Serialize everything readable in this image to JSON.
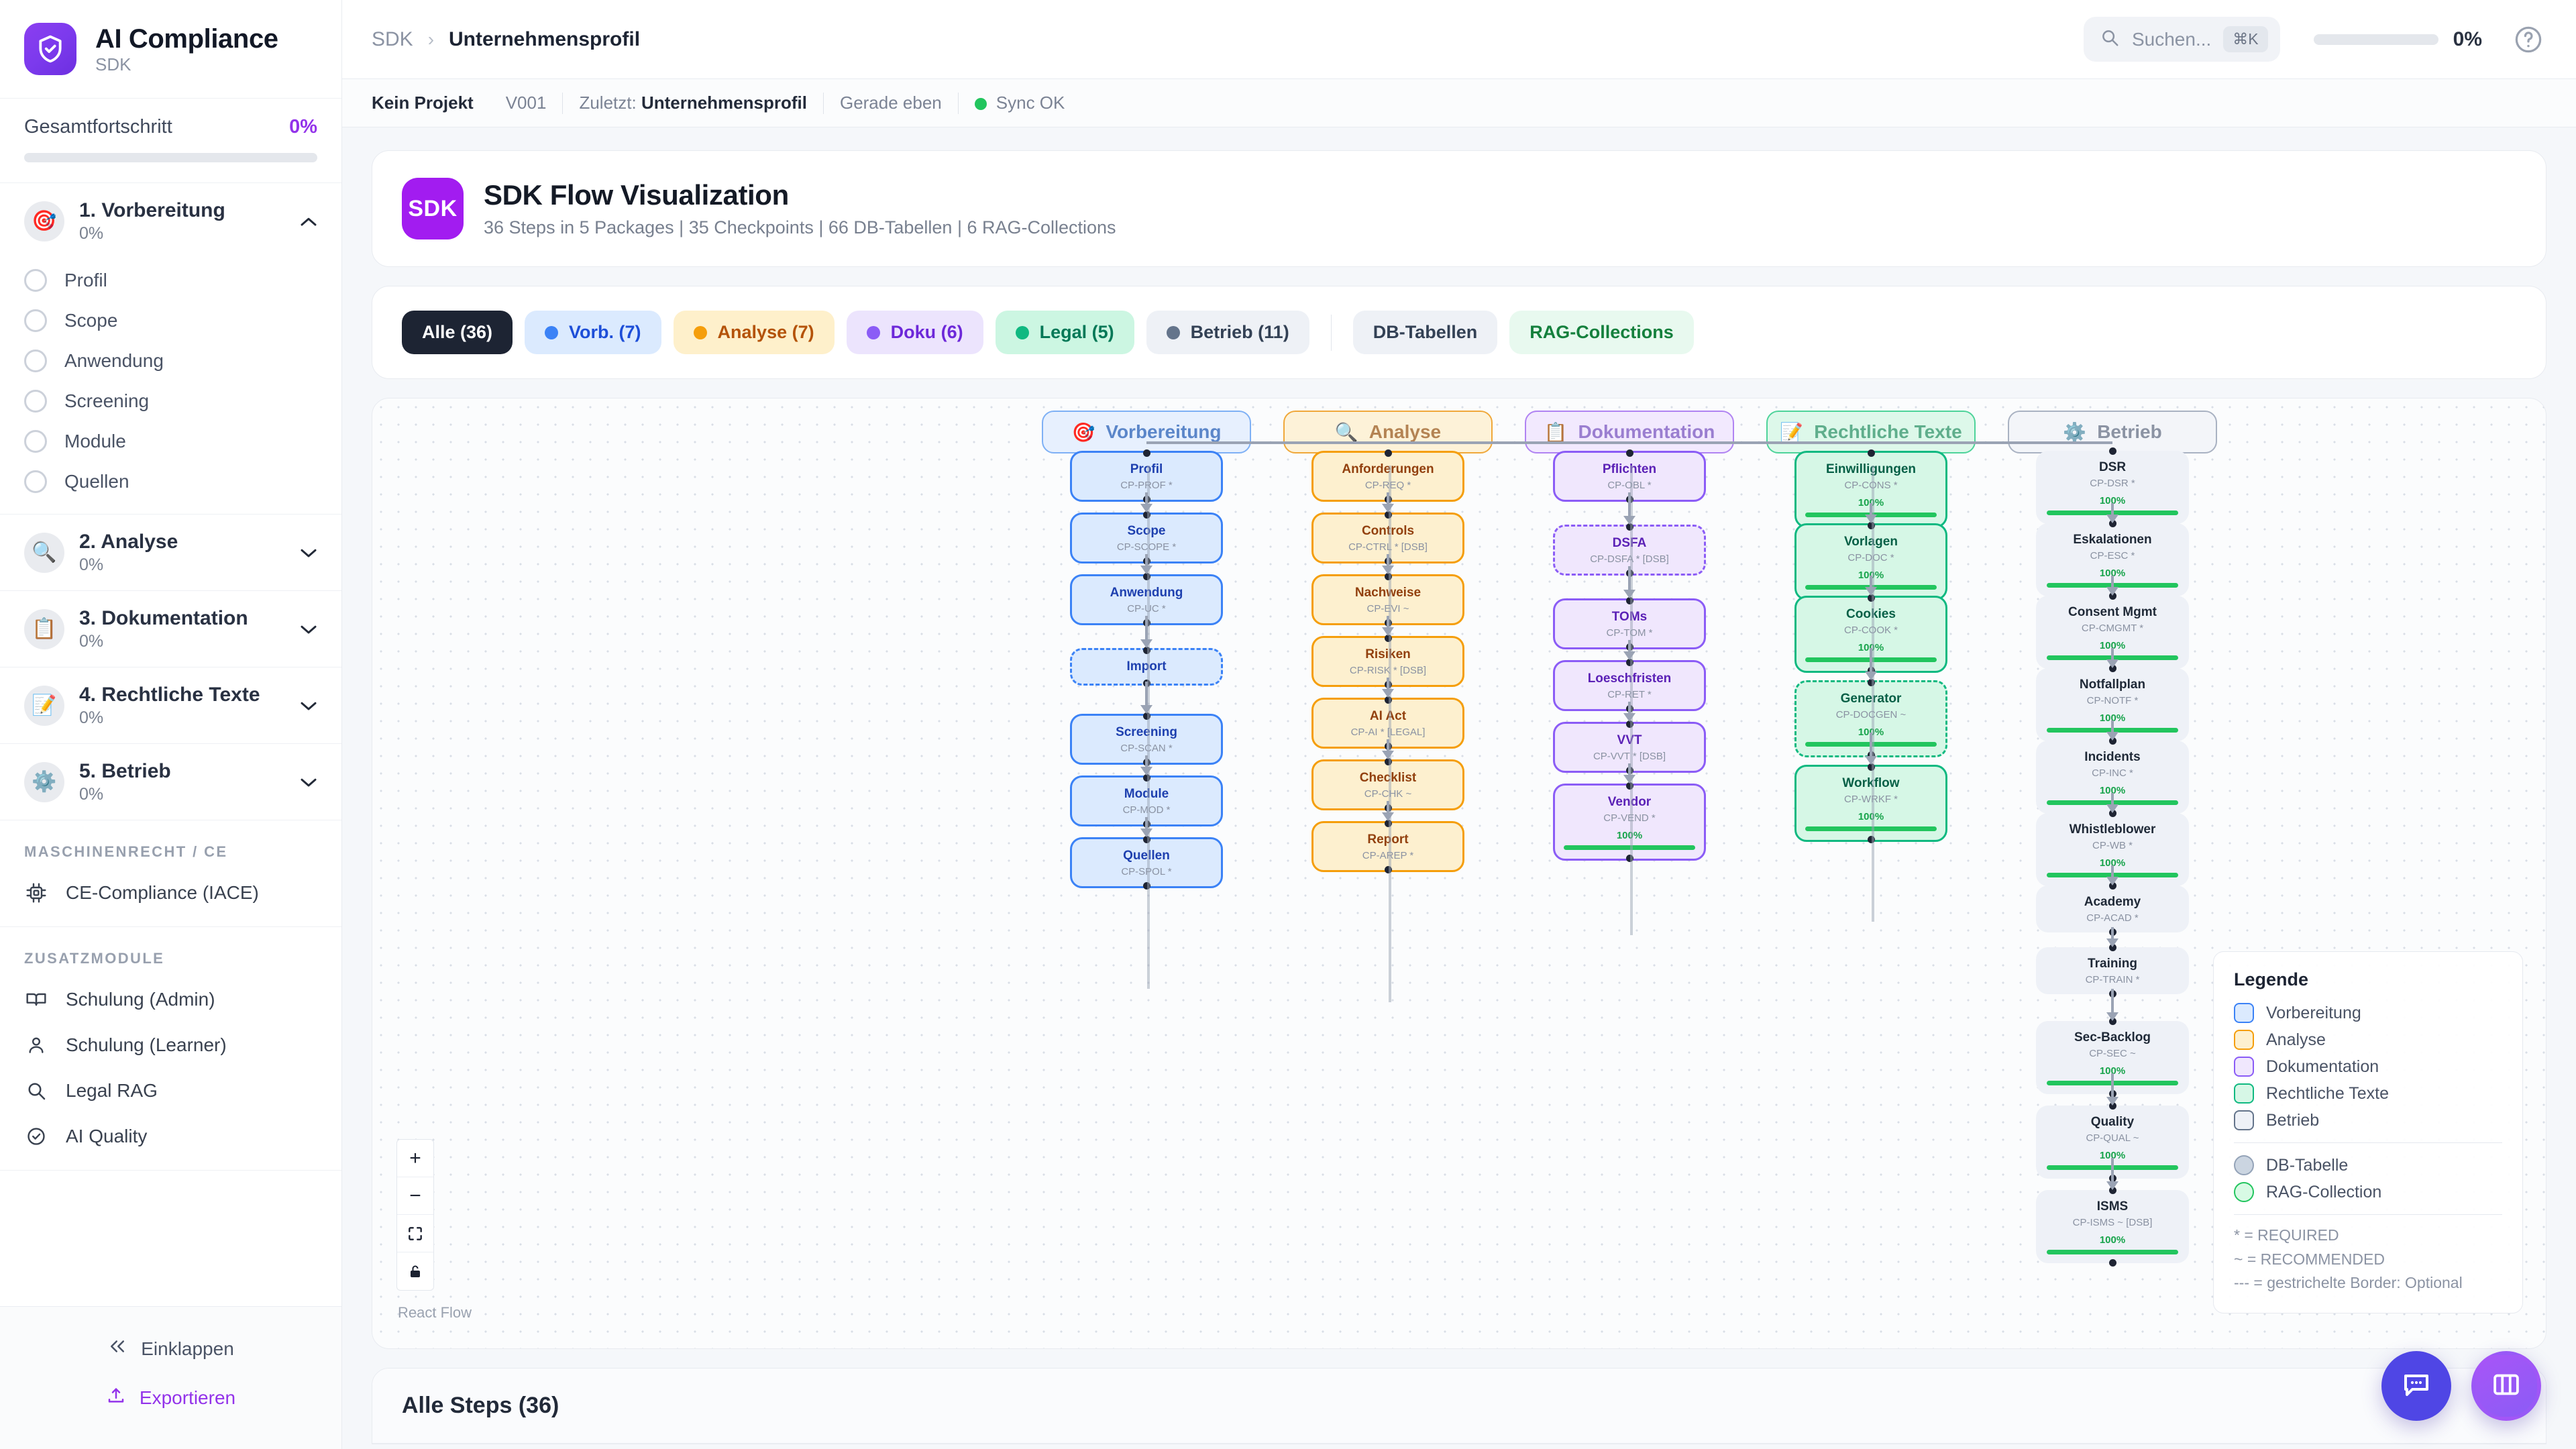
{
  "brand": {
    "title": "AI Compliance",
    "subtitle": "SDK",
    "logo_icon": "shield-check-icon"
  },
  "sidebar": {
    "overall": {
      "label": "Gesamtfortschritt",
      "value": "0%",
      "fill_pct": 0
    },
    "phases": [
      {
        "emoji": "🎯",
        "name": "1. Vorbereitung",
        "pct": "0%",
        "expanded": true,
        "steps": [
          "Profil",
          "Scope",
          "Anwendung",
          "Screening",
          "Module",
          "Quellen"
        ]
      },
      {
        "emoji": "🔍",
        "name": "2. Analyse",
        "pct": "0%",
        "expanded": false,
        "steps": []
      },
      {
        "emoji": "📋",
        "name": "3. Dokumentation",
        "pct": "0%",
        "expanded": false,
        "steps": []
      },
      {
        "emoji": "📝",
        "name": "4. Rechtliche Texte",
        "pct": "0%",
        "expanded": false,
        "steps": []
      },
      {
        "emoji": "⚙️",
        "name": "5. Betrieb",
        "pct": "0%",
        "expanded": false,
        "steps": []
      }
    ],
    "section_machine": {
      "title": "MASCHINENRECHT / CE",
      "items": [
        {
          "icon": "cpu-icon",
          "label": "CE-Compliance (IACE)"
        }
      ]
    },
    "section_extra": {
      "title": "ZUSATZMODULE",
      "items": [
        {
          "icon": "book-icon",
          "label": "Schulung (Admin)"
        },
        {
          "icon": "user-icon",
          "label": "Schulung (Learner)"
        },
        {
          "icon": "search-icon",
          "label": "Legal RAG"
        },
        {
          "icon": "check-circle-icon",
          "label": "AI Quality"
        }
      ]
    },
    "footer": {
      "collapse": {
        "icon": "chevrons-left-icon",
        "label": "Einklappen"
      },
      "export": {
        "icon": "upload-icon",
        "label": "Exportieren"
      }
    }
  },
  "topbar": {
    "breadcrumb": {
      "root": "SDK",
      "sep": "›",
      "current": "Unternehmensprofil"
    },
    "search": {
      "placeholder": "Suchen...",
      "shortcut": "⌘K",
      "icon": "search-icon"
    },
    "progress": {
      "value": "0%",
      "fill_pct": 0
    },
    "help_icon": "help-circle-icon"
  },
  "metabar": {
    "project": "Kein Projekt",
    "version": "V001",
    "last": "Zuletzt: ",
    "last_value": "Unternehmensprofil",
    "when": "Gerade eben",
    "sync": "Sync OK",
    "sync_color": "#22c55e"
  },
  "card": {
    "badge": "SDK",
    "title": "SDK Flow Visualization",
    "subtitle": "36 Steps in 5 Packages | 35 Checkpoints | 66 DB-Tabellen | 6 RAG-Collections"
  },
  "chips": [
    {
      "label": "Alle (36)",
      "dot": null,
      "bg": "#1d2433",
      "fg": "#ffffff",
      "active": true
    },
    {
      "label": "Vorb. (7)",
      "dot": "#3b82f6",
      "bg": "#dbeafe",
      "fg": "#1d4ed8",
      "active": false
    },
    {
      "label": "Analyse (7)",
      "dot": "#f59e0b",
      "bg": "#fef0cb",
      "fg": "#b45309",
      "active": false
    },
    {
      "label": "Doku (6)",
      "dot": "#8b5cf6",
      "bg": "#ece4fd",
      "fg": "#6d28d9",
      "active": false
    },
    {
      "label": "Legal (5)",
      "dot": "#10b981",
      "bg": "#ccf6e2",
      "fg": "#047857",
      "active": false
    },
    {
      "label": "Betrieb (11)",
      "dot": "#64748b",
      "bg": "#eef1f6",
      "fg": "#334155",
      "active": false
    }
  ],
  "chips_extra": [
    {
      "label": "DB-Tabellen",
      "bg": "#eef1f6",
      "fg": "#334155"
    },
    {
      "label": "RAG-Collections",
      "bg": "#e8f9ef",
      "fg": "#15803d"
    }
  ],
  "flow": {
    "groups": [
      {
        "emoji": "🎯",
        "label": "Vorbereitung",
        "bg": "#e7f0fe",
        "border": "#7eb0f5",
        "fg": "#5b86c9"
      },
      {
        "emoji": "🔍",
        "label": "Analyse",
        "bg": "#fdf2d8",
        "border": "#f0a83a",
        "fg": "#b48353"
      },
      {
        "emoji": "📋",
        "label": "Dokumentation",
        "bg": "#f2e9fe",
        "border": "#b083f2",
        "fg": "#9a7ed0"
      },
      {
        "emoji": "📝",
        "label": "Rechtliche Texte",
        "bg": "#ddf8ea",
        "border": "#4ed39a",
        "fg": "#5fae8c"
      },
      {
        "emoji": "⚙️",
        "label": "Betrieb",
        "bg": "#f3f5f9",
        "border": "#a9b2c2",
        "fg": "#8b93a3"
      }
    ],
    "columns": [
      {
        "key": "vorbereitung",
        "bg": "#dbeafe",
        "border": "#3b82f6",
        "fg": "#1e40af",
        "nodes": [
          {
            "title": "Profil",
            "code": "CP-PROF *",
            "dashed": false,
            "pct": null
          },
          {
            "title": "Scope",
            "code": "CP-SCOPE *",
            "dashed": false,
            "pct": null
          },
          {
            "title": "Anwendung",
            "code": "CP-UC *",
            "dashed": false,
            "pct": null
          },
          {
            "title": "Import",
            "code": "",
            "dashed": true,
            "pct": null
          },
          {
            "title": "Screening",
            "code": "CP-SCAN *",
            "dashed": false,
            "pct": null
          },
          {
            "title": "Module",
            "code": "CP-MOD *",
            "dashed": false,
            "pct": null
          },
          {
            "title": "Quellen",
            "code": "CP-SPOL *",
            "dashed": false,
            "pct": null
          }
        ]
      },
      {
        "key": "analyse",
        "bg": "#fdf0cf",
        "border": "#f59e0b",
        "fg": "#92400e",
        "nodes": [
          {
            "title": "Anforderungen",
            "code": "CP-REQ *",
            "dashed": false,
            "pct": null
          },
          {
            "title": "Controls",
            "code": "CP-CTRL * [DSB]",
            "dashed": false,
            "pct": null
          },
          {
            "title": "Nachweise",
            "code": "CP-EVI ~",
            "dashed": false,
            "pct": null
          },
          {
            "title": "Risiken",
            "code": "CP-RISK * [DSB]",
            "dashed": false,
            "pct": null
          },
          {
            "title": "AI Act",
            "code": "CP-AI * [LEGAL]",
            "dashed": false,
            "pct": null
          },
          {
            "title": "Checklist",
            "code": "CP-CHK ~",
            "dashed": false,
            "pct": null
          },
          {
            "title": "Report",
            "code": "CP-AREP *",
            "dashed": false,
            "pct": null
          }
        ]
      },
      {
        "key": "dokumentation",
        "bg": "#f0e7fd",
        "border": "#8b5cf6",
        "fg": "#5b21b6",
        "nodes": [
          {
            "title": "Pflichten",
            "code": "CP-OBL *",
            "dashed": false,
            "pct": null
          },
          {
            "title": "DSFA",
            "code": "CP-DSFA * [DSB]",
            "dashed": true,
            "pct": null
          },
          {
            "title": "TOMs",
            "code": "CP-TOM *",
            "dashed": false,
            "pct": null
          },
          {
            "title": "Loeschfristen",
            "code": "CP-RET *",
            "dashed": false,
            "pct": null
          },
          {
            "title": "VVT",
            "code": "CP-VVT * [DSB]",
            "dashed": false,
            "pct": null
          },
          {
            "title": "Vendor",
            "code": "CP-VEND *",
            "dashed": false,
            "pct": "100%"
          }
        ]
      },
      {
        "key": "rechtliche",
        "bg": "#d6f7e6",
        "border": "#10b981",
        "fg": "#065f46",
        "nodes": [
          {
            "title": "Einwilligungen",
            "code": "CP-CONS *",
            "dashed": false,
            "pct": "100%"
          },
          {
            "title": "Vorlagen",
            "code": "CP-DOC *",
            "dashed": false,
            "pct": "100%"
          },
          {
            "title": "Cookies",
            "code": "CP-COOK *",
            "dashed": false,
            "pct": "100%"
          },
          {
            "title": "Generator",
            "code": "CP-DOCGEN ~",
            "dashed": true,
            "pct": "100%"
          },
          {
            "title": "Workflow",
            "code": "CP-WRKF *",
            "dashed": false,
            "pct": "100%"
          }
        ]
      },
      {
        "key": "betrieb",
        "bg": "#eef1f7",
        "border": "#5b6舗",
        "fg": "#1f2937",
        "nodes": [
          {
            "title": "DSR",
            "code": "CP-DSR *",
            "dashed": false,
            "pct": "100%"
          },
          {
            "title": "Eskalationen",
            "code": "CP-ESC *",
            "dashed": false,
            "pct": "100%"
          },
          {
            "title": "Consent Mgmt",
            "code": "CP-CMGMT *",
            "dashed": false,
            "pct": "100%"
          },
          {
            "title": "Notfallplan",
            "code": "CP-NOTF *",
            "dashed": false,
            "pct": "100%"
          },
          {
            "title": "Incidents",
            "code": "CP-INC *",
            "dashed": false,
            "pct": "100%"
          },
          {
            "title": "Whistleblower",
            "code": "CP-WB *",
            "dashed": false,
            "pct": "100%"
          },
          {
            "title": "Academy",
            "code": "CP-ACAD *",
            "dashed": false,
            "pct": null
          },
          {
            "title": "Training",
            "code": "CP-TRAIN *",
            "dashed": false,
            "pct": null
          },
          {
            "title": "Sec-Backlog",
            "code": "CP-SEC ~",
            "dashed": true,
            "pct": "100%"
          },
          {
            "title": "Quality",
            "code": "CP-QUAL ~",
            "dashed": true,
            "pct": "100%"
          },
          {
            "title": "ISMS",
            "code": "CP-ISMS ~ [DSB]",
            "dashed": true,
            "pct": "100%"
          }
        ]
      }
    ],
    "legend": {
      "title": "Legende",
      "items": [
        {
          "label": "Vorbereitung",
          "bg": "#dbeafe",
          "border": "#3b82f6",
          "shape": "square"
        },
        {
          "label": "Analyse",
          "bg": "#fdf0cf",
          "border": "#f59e0b",
          "shape": "square"
        },
        {
          "label": "Dokumentation",
          "bg": "#f0e7fd",
          "border": "#8b5cf6",
          "shape": "square"
        },
        {
          "label": "Rechtliche Texte",
          "bg": "#d6f7e6",
          "border": "#10b981",
          "shape": "square"
        },
        {
          "label": "Betrieb",
          "bg": "#eef1f7",
          "border": "#64748b",
          "shape": "square"
        },
        {
          "label": "DB-Tabelle",
          "bg": "#cbd5e1",
          "border": "#94a3b8",
          "shape": "circle"
        },
        {
          "label": "RAG-Collection",
          "bg": "#d7fae4",
          "border": "#22c55e",
          "shape": "circle"
        }
      ],
      "notes": [
        "* = REQUIRED",
        "~ = RECOMMENDED",
        "--- = gestrichelte Border: Optional"
      ]
    },
    "controls": {
      "zoom_in": "+",
      "zoom_out": "−",
      "fit": "fit-view-icon",
      "lock": "lock-icon"
    },
    "attribution": "React Flow"
  },
  "steps_section": {
    "title": "Alle Steps (36)"
  },
  "fabs": [
    {
      "name": "chat-fab",
      "icon": "chat-bubble-icon"
    },
    {
      "name": "panels-fab",
      "icon": "columns-icon"
    }
  ]
}
